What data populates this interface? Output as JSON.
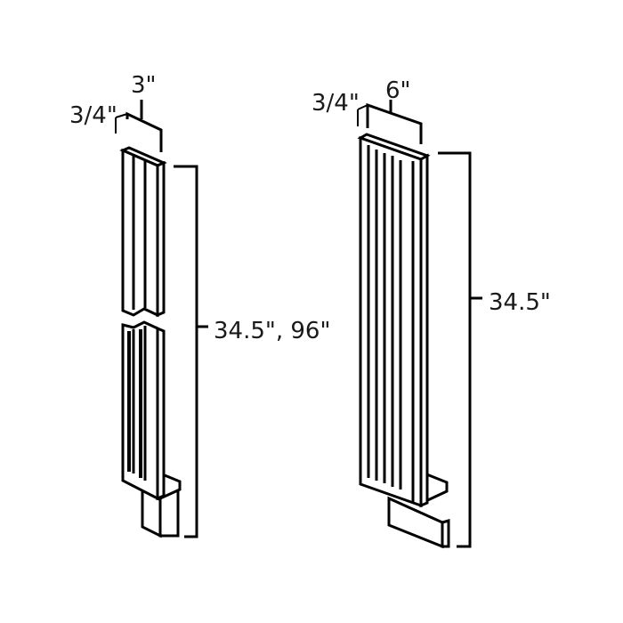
{
  "diagram": {
    "type": "technical-product-drawing",
    "background": "#ffffff",
    "stroke_color": "#000000",
    "parts": [
      {
        "id": "fluted-filler-3in",
        "description": "3 inch fluted filler strip with break (shown in two segments) and base block",
        "labels": {
          "depth": "3/4\"",
          "width": "3\"",
          "height": "34.5\", 96\""
        }
      },
      {
        "id": "fluted-filler-6in",
        "description": "6 inch fluted filler strip with base block",
        "labels": {
          "depth": "3/4\"",
          "width": "6\"",
          "height": "34.5\""
        }
      }
    ]
  }
}
